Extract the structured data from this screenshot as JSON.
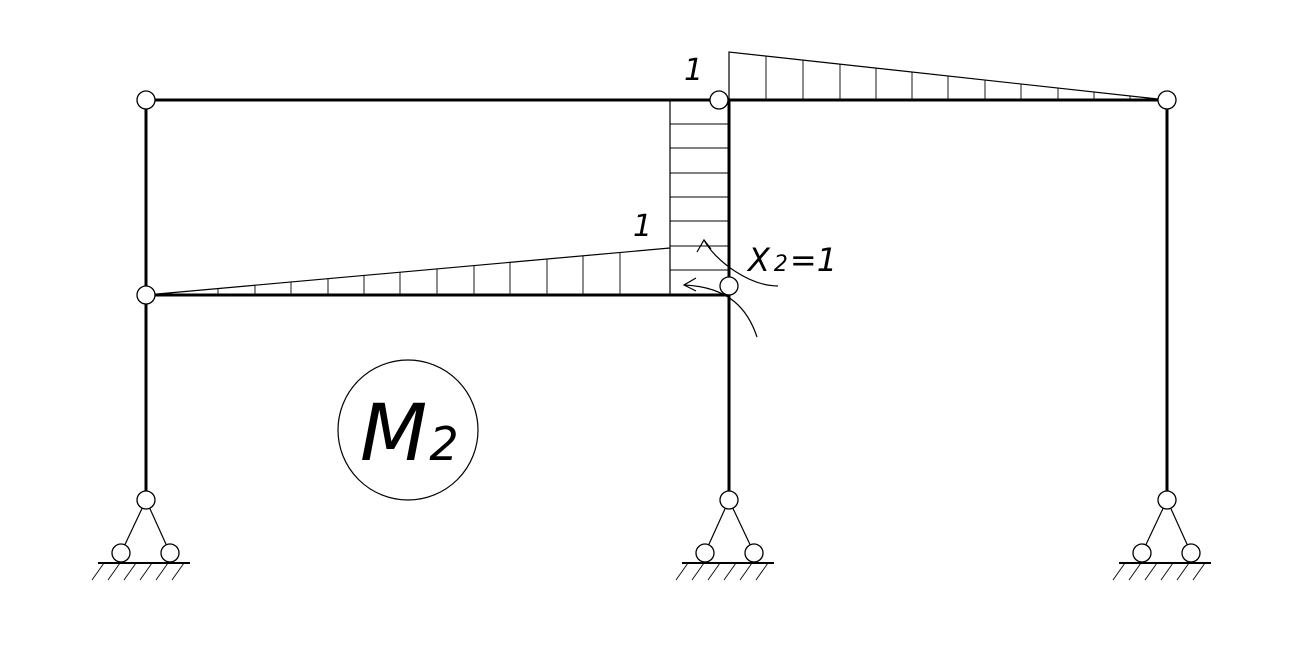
{
  "diagram": {
    "title_symbol": "M",
    "title_subscript": "2",
    "moment_label_top": "1",
    "moment_label_mid": "1",
    "load_label_main": "X",
    "load_label_sub": "2",
    "load_label_value": "=1"
  }
}
